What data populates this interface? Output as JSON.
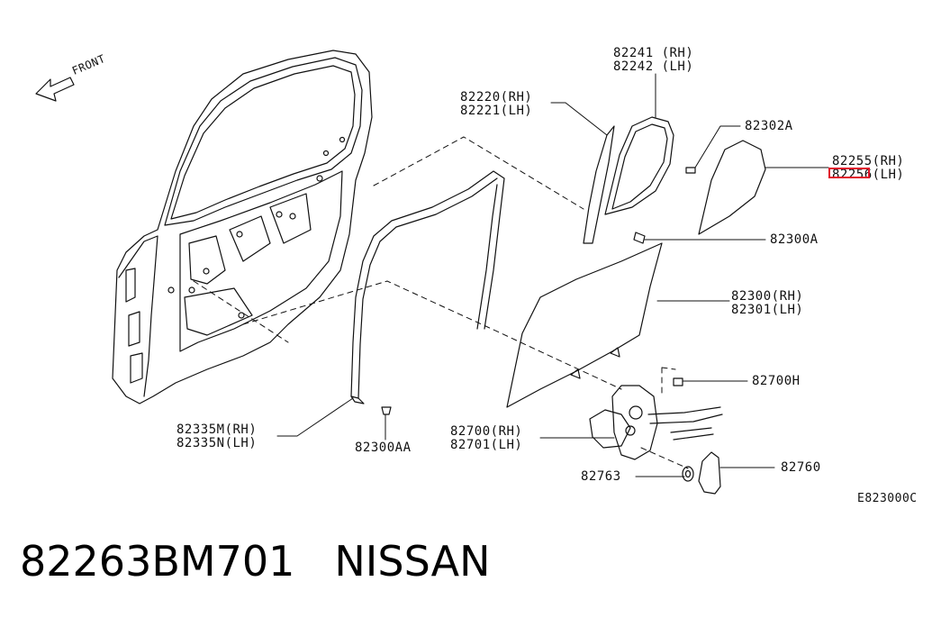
{
  "direction_label": "FRONT",
  "labels": {
    "p82241": "82241 (RH)\n82242 (LH)",
    "p82220": "82220(RH)\n82221(LH)",
    "p82302A": "82302A",
    "p82255": "82255(RH)\n82256(LH)",
    "p82300A": "82300A",
    "p82300": "82300(RH)\n82301(LH)",
    "p82700H": "82700H",
    "p82335": "82335M(RH)\n82335N(LH)",
    "p82300AA": "82300AA",
    "p82700": "82700(RH)\n82701(LH)",
    "p82763": "82763",
    "p82760": "82760"
  },
  "diagram_code": "E823000C",
  "caption": {
    "part_number": "82263BM701",
    "brand": "NISSAN"
  },
  "colors": {
    "line": "#111111",
    "highlight": "#e0162b"
  }
}
